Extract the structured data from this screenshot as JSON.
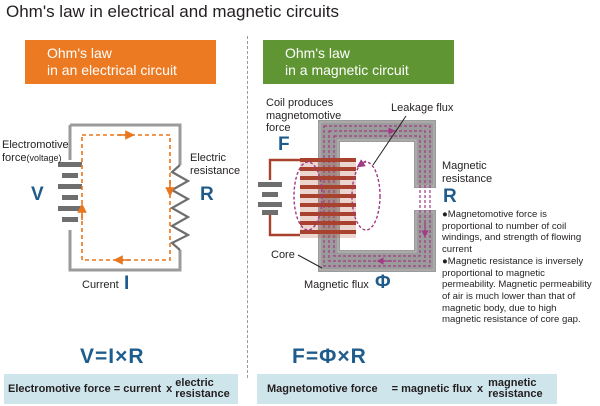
{
  "title": "Ohm's law in electrical and magnetic circuits",
  "electrical": {
    "header_line1": "Ohm's law",
    "header_line2": "in an electrical circuit",
    "emf_label_line1": "Electromotive",
    "emf_label_line2": "force",
    "emf_label_small": "(voltage)",
    "resistance_label_line1": "Electric",
    "resistance_label_line2": "resistance",
    "symbol_v": "V",
    "symbol_r": "R",
    "current_label": "Current",
    "symbol_i": "I",
    "equation": "V=I×R",
    "bar_part1": "Electromotive force = current",
    "bar_times": "x",
    "bar_part2_line1": "electric",
    "bar_part2_line2": "resistance"
  },
  "magnetic": {
    "header_line1": "Ohm's law",
    "header_line2": "in a magnetic circuit",
    "coil_label_line1": "Coil produces",
    "coil_label_line2": "magnetomotive",
    "coil_label_line3": "force",
    "symbol_f": "F",
    "leakage_label": "Leakage flux",
    "magres_label_line1": "Magnetic",
    "magres_label_line2": "resistance",
    "symbol_r": "R",
    "core_label": "Core",
    "flux_label": "Magnetic flux",
    "symbol_phi": "Φ",
    "equation": "F=Φ×R",
    "bar_part1": "Magnetomotive force",
    "bar_part2": "= magnetic flux",
    "bar_times": "x",
    "bar_part3_line1": "magnetic",
    "bar_part3_line2": "resistance",
    "notes": [
      "●Magnetomotive force is proportional to number of coil windings, and strength of flowing current",
      "●Magnetic resistance is inversely proportional to magnetic permeability. Magnetic permeability of air is much lower than that of magnetic body, due to high magnetic resistance of core gap."
    ]
  },
  "colors": {
    "electrical_header": "#ec7a22",
    "magnetic_header": "#5f9633",
    "symbol_blue": "#1f5c8c",
    "formula_bar": "#cfe5ec",
    "current_path": "#e8761e",
    "flux_path": "#a23a86",
    "coil": "#a8412d",
    "core": "#9b9b9b"
  }
}
